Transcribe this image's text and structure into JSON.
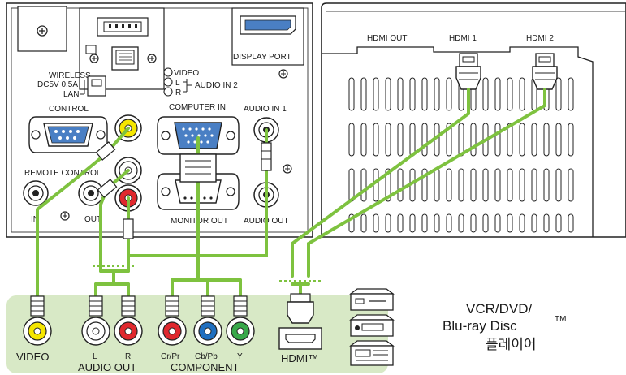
{
  "panel_left": {
    "wireless": "WIRELESS",
    "power": "DC5V  0.5A",
    "lan": "LAN",
    "display_port": "DISPLAY PORT",
    "video": "VIDEO",
    "l": "L",
    "r": "R",
    "audio_in_2": "AUDIO IN 2",
    "control": "CONTROL",
    "computer_in": "COMPUTER IN",
    "audio_in_1": "AUDIO IN 1",
    "remote_control": "REMOTE CONTROL",
    "in": "IN",
    "out": "OUT",
    "monitor_out": "MONITOR OUT",
    "audio_out": "AUDIO OUT"
  },
  "panel_right": {
    "hdmi_out": "HDMI OUT",
    "hdmi_1": "HDMI 1",
    "hdmi_2": "HDMI 2"
  },
  "source": {
    "video": "VIDEO",
    "l": "L",
    "r": "R",
    "audio_out": "AUDIO OUT",
    "cr_pr": "Cr/Pr",
    "cb_pb": "Cb/Pb",
    "y": "Y",
    "component": "COMPONENT",
    "hdmi": "HDMI™"
  },
  "devices": {
    "line1": "VCR/DVD/",
    "line2": "Blu-ray Disc",
    "tm": "TM",
    "line3": "플레이어"
  },
  "colors": {
    "cable": "#7ec23f",
    "source_panel": "#d8e9c6",
    "yellow": "#f5e600",
    "red": "#e0282e",
    "blue": "#1f6fc0",
    "green": "#38a84a"
  }
}
